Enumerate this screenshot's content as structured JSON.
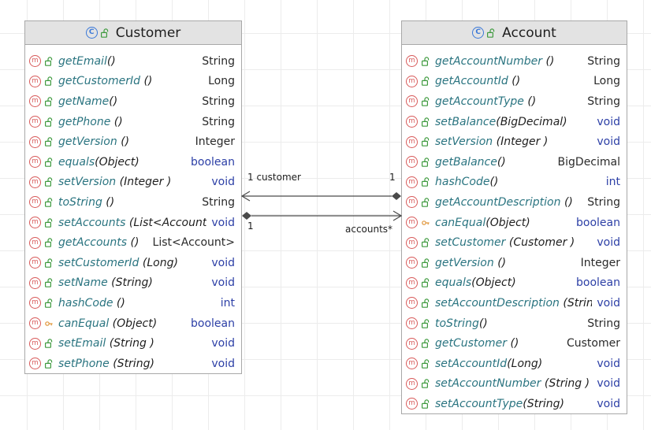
{
  "diagram": {
    "classes": [
      {
        "id": "customer",
        "name": "Customer",
        "members": [
          {
            "name": "getEmail",
            "params": "()",
            "type": "String",
            "visibility": "public"
          },
          {
            "name": "getCustomerId",
            "params": " ()",
            "type": "Long",
            "visibility": "public"
          },
          {
            "name": "getName",
            "params": "()",
            "type": "String",
            "visibility": "public"
          },
          {
            "name": "getPhone",
            "params": " ()",
            "type": "String",
            "visibility": "public"
          },
          {
            "name": "getVersion",
            "params": " ()",
            "type": "Integer",
            "visibility": "public"
          },
          {
            "name": "equals",
            "params": "(Object)",
            "type": "boolean",
            "visibility": "public"
          },
          {
            "name": "setVersion",
            "params": " (Integer )",
            "type": "void",
            "visibility": "public"
          },
          {
            "name": "toString",
            "params": " ()",
            "type": "String",
            "visibility": "public"
          },
          {
            "name": "setAccounts",
            "params": " (List<Account >)",
            "type": "void",
            "visibility": "public"
          },
          {
            "name": "getAccounts",
            "params": " ()",
            "type": "List<Account>",
            "visibility": "public"
          },
          {
            "name": "setCustomerId",
            "params": " (Long)",
            "type": "void",
            "visibility": "public"
          },
          {
            "name": "setName",
            "params": " (String)",
            "type": "void",
            "visibility": "public"
          },
          {
            "name": "hashCode",
            "params": " ()",
            "type": "int",
            "visibility": "public"
          },
          {
            "name": "canEqual",
            "params": " (Object)",
            "type": "boolean",
            "visibility": "protected"
          },
          {
            "name": "setEmail",
            "params": " (String )",
            "type": "void",
            "visibility": "public"
          },
          {
            "name": "setPhone",
            "params": " (String)",
            "type": "void",
            "visibility": "public"
          }
        ]
      },
      {
        "id": "account",
        "name": "Account",
        "members": [
          {
            "name": "getAccountNumber",
            "params": " ()",
            "type": "String",
            "visibility": "public"
          },
          {
            "name": "getAccountId",
            "params": " ()",
            "type": "Long",
            "visibility": "public"
          },
          {
            "name": "getAccountType",
            "params": " ()",
            "type": "String",
            "visibility": "public"
          },
          {
            "name": "setBalance",
            "params": "(BigDecimal)",
            "type": "void",
            "visibility": "public"
          },
          {
            "name": "setVersion",
            "params": " (Integer )",
            "type": "void",
            "visibility": "public"
          },
          {
            "name": "getBalance",
            "params": "()",
            "type": "BigDecimal",
            "visibility": "public"
          },
          {
            "name": "hashCode",
            "params": "()",
            "type": "int",
            "visibility": "public"
          },
          {
            "name": "getAccountDescription",
            "params": " ()",
            "type": "String",
            "visibility": "public"
          },
          {
            "name": "canEqual",
            "params": "(Object)",
            "type": "boolean",
            "visibility": "protected"
          },
          {
            "name": "setCustomer",
            "params": " (Customer )",
            "type": "void",
            "visibility": "public"
          },
          {
            "name": "getVersion",
            "params": " ()",
            "type": "Integer",
            "visibility": "public"
          },
          {
            "name": "equals",
            "params": "(Object)",
            "type": "boolean",
            "visibility": "public"
          },
          {
            "name": "setAccountDescription",
            "params": " (String )",
            "type": "void",
            "visibility": "public"
          },
          {
            "name": "toString",
            "params": "()",
            "type": "String",
            "visibility": "public"
          },
          {
            "name": "getCustomer",
            "params": " ()",
            "type": "Customer",
            "visibility": "public"
          },
          {
            "name": "setAccountId",
            "params": "(Long)",
            "type": "void",
            "visibility": "public"
          },
          {
            "name": "setAccountNumber",
            "params": " (String )",
            "type": "void",
            "visibility": "public"
          },
          {
            "name": "setAccountType",
            "params": "(String)",
            "type": "void",
            "visibility": "public"
          }
        ]
      }
    ],
    "associations": [
      {
        "from": "account",
        "to": "customer",
        "role": "1 customer",
        "multiplicity": "1"
      },
      {
        "from": "customer",
        "to": "account",
        "role": "accounts*",
        "multiplicity": "1"
      }
    ],
    "icons": {
      "class": "C",
      "method": "m"
    },
    "colors": {
      "class_icon": "#3a78d8",
      "method_icon": "#d85a5a",
      "public_icon": "#3e9a3e",
      "protected_icon": "#e0963a",
      "method_name": "#2a7480",
      "keyword_type": "#2c3fa6",
      "header_bg": "#e3e3e3",
      "border": "#a8a8a8"
    }
  }
}
